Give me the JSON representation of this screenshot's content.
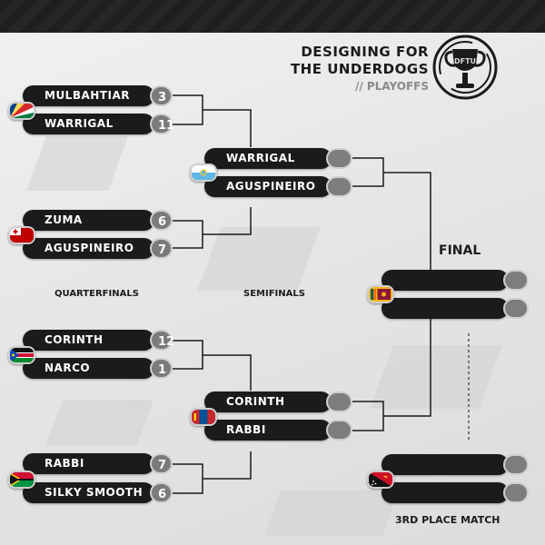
{
  "header": {
    "title_line1": "DESIGNING FOR",
    "title_line2": "THE UNDERDOGS",
    "subtitle": "// PLAYOFFS",
    "logo_text": "DFTU"
  },
  "labels": {
    "quarterfinals": "QUARTERFINALS",
    "semifinals": "SEMIFINALS",
    "final": "FINAL",
    "third_place": "3RD PLACE MATCH"
  },
  "quarterfinals": [
    {
      "flag": "seychelles-flag",
      "teams": [
        {
          "name": "MULBAHTIAR",
          "score": "3"
        },
        {
          "name": "WARRIGAL",
          "score": "11"
        }
      ]
    },
    {
      "flag": "tonga-flag",
      "teams": [
        {
          "name": "ZUMA",
          "score": "6"
        },
        {
          "name": "AGUSPINEIRO",
          "score": "7"
        }
      ]
    },
    {
      "flag": "south-sudan-flag",
      "teams": [
        {
          "name": "CORINTH",
          "score": "12"
        },
        {
          "name": "NARCO",
          "score": "1"
        }
      ]
    },
    {
      "flag": "vanuatu-flag",
      "teams": [
        {
          "name": "RABBI",
          "score": "7"
        },
        {
          "name": "SILKY SMOOTH",
          "score": "6"
        }
      ]
    }
  ],
  "semifinals": [
    {
      "flag": "san-marino-flag",
      "teams": [
        {
          "name": "WARRIGAL",
          "score": ""
        },
        {
          "name": "AGUSPINEIRO",
          "score": ""
        }
      ]
    },
    {
      "flag": "mongolia-flag",
      "teams": [
        {
          "name": "CORINTH",
          "score": ""
        },
        {
          "name": "RABBI",
          "score": ""
        }
      ]
    }
  ],
  "final": {
    "flag": "sri-lanka-flag",
    "teams": [
      {
        "name": "",
        "score": ""
      },
      {
        "name": "",
        "score": ""
      }
    ]
  },
  "third_place": {
    "flag": "papua-new-guinea-flag",
    "teams": [
      {
        "name": "",
        "score": ""
      },
      {
        "name": "",
        "score": ""
      }
    ]
  },
  "colors": {
    "pill": "#1b1b1b",
    "score_box": "#7b7b7b",
    "accent": "#1b1b1b"
  }
}
